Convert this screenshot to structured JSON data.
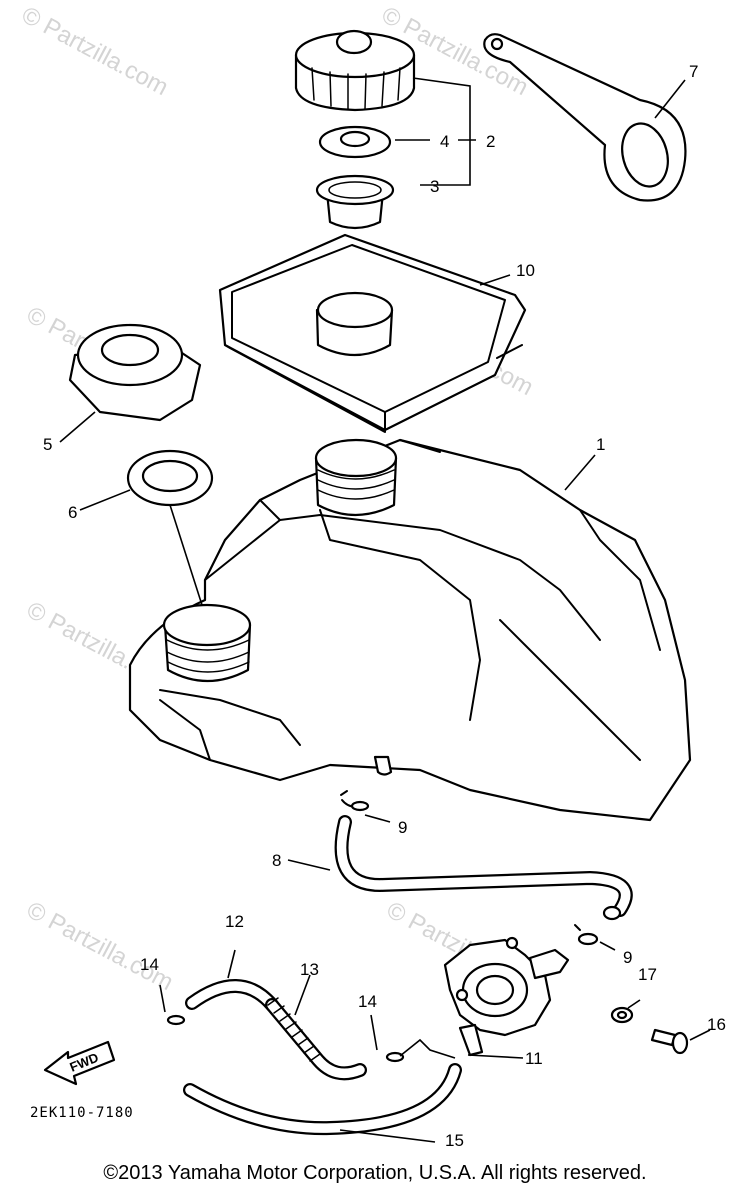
{
  "diagram_code": "2EK110-7180",
  "fwd_label": "FWD",
  "watermark": "© Partzilla.com",
  "copyright": "©2013 Yamaha Motor Corporation, U.S.A. All rights reserved.",
  "callouts": [
    "1",
    "2",
    "3",
    "4",
    "5",
    "6",
    "7",
    "8",
    "9",
    "9",
    "10",
    "11",
    "12",
    "13",
    "14",
    "14",
    "15",
    "16",
    "17"
  ],
  "parts": {
    "tank": "fuel-tank",
    "cap": "fuel-cap",
    "gasket": "cap-gasket",
    "strainer": "cap-strainer",
    "strap": "cap-strap",
    "tray": "tank-tray",
    "nut": "filler-nut",
    "seal": "filler-seal",
    "hose": "fuel-hose",
    "cock": "fuel-cock",
    "breather": "breather-hose",
    "spring": "spring-hose",
    "drain": "drain-hose"
  }
}
